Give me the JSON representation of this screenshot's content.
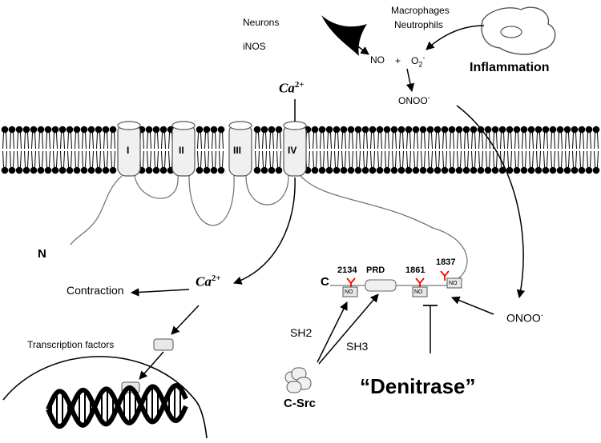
{
  "labels": {
    "neurons": "Neurons",
    "inos": "iNOS",
    "macrophages": "Macrophages",
    "neutrophils": "Neutrophils",
    "no_top": "NO",
    "plus": "+",
    "o2": "O",
    "o2_sub": "2",
    "o2_sup": "-",
    "inflammation": "Inflammation",
    "onoo_top": "ONOO",
    "onoo_top_sup": "-",
    "ca_top": "Ca",
    "ca_top_sup": "2+",
    "domain_1": "I",
    "domain_2": "II",
    "domain_3": "III",
    "domain_4": "IV",
    "n_terminus": "N",
    "c_terminus": "C",
    "contraction": "Contraction",
    "ca_mid": "Ca",
    "ca_mid_sup": "2+",
    "transcription_factors": "Transcription factors",
    "site_2134": "2134",
    "prd": "PRD",
    "site_1861": "1861",
    "site_1837": "1837",
    "no_tag": "NO",
    "sh2": "SH2",
    "sh3": "SH3",
    "csrc": "C-Src",
    "onoo_right": "ONOO",
    "onoo_right_sup": "-",
    "denitrase": "“Denitrase”"
  },
  "colors": {
    "ink": "#000000",
    "membrane_fill": "#ffffff",
    "tag_fill": "#e8e8e8",
    "nitration_mark": "#ff0000",
    "channel_fill": "#f0f0f0"
  }
}
